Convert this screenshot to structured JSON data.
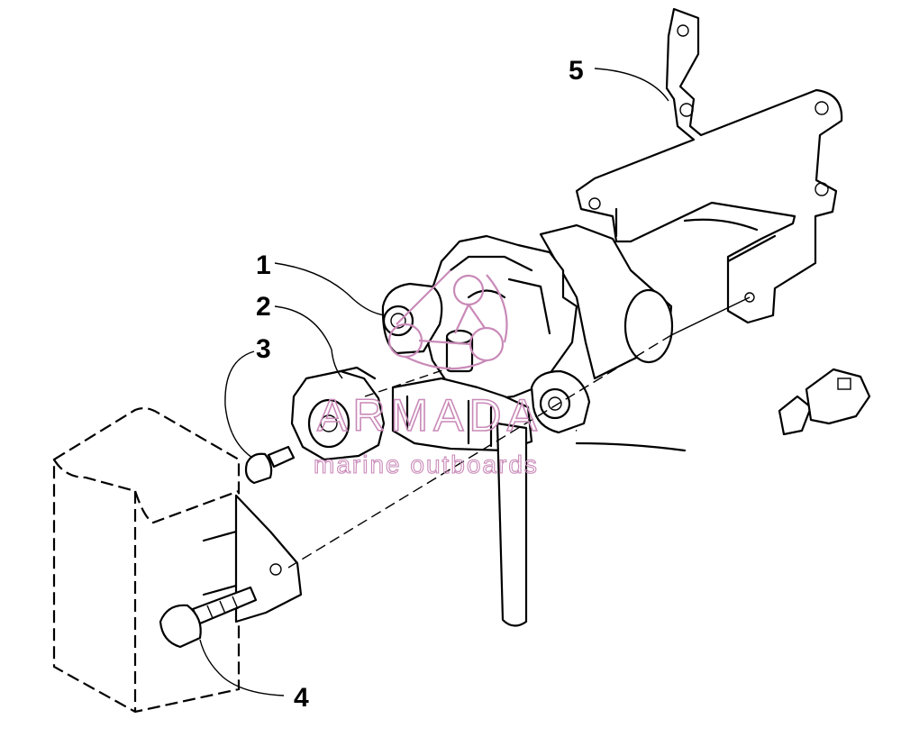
{
  "callouts": [
    {
      "id": "1",
      "label": "1"
    },
    {
      "id": "2",
      "label": "2"
    },
    {
      "id": "3",
      "label": "3"
    },
    {
      "id": "4",
      "label": "4"
    },
    {
      "id": "5",
      "label": "5"
    }
  ],
  "watermark": {
    "brand": "ARMADA",
    "tagline": "marine outboards",
    "color": "#c98ab8"
  },
  "colors": {
    "line": "#000000",
    "background": "#ffffff"
  }
}
